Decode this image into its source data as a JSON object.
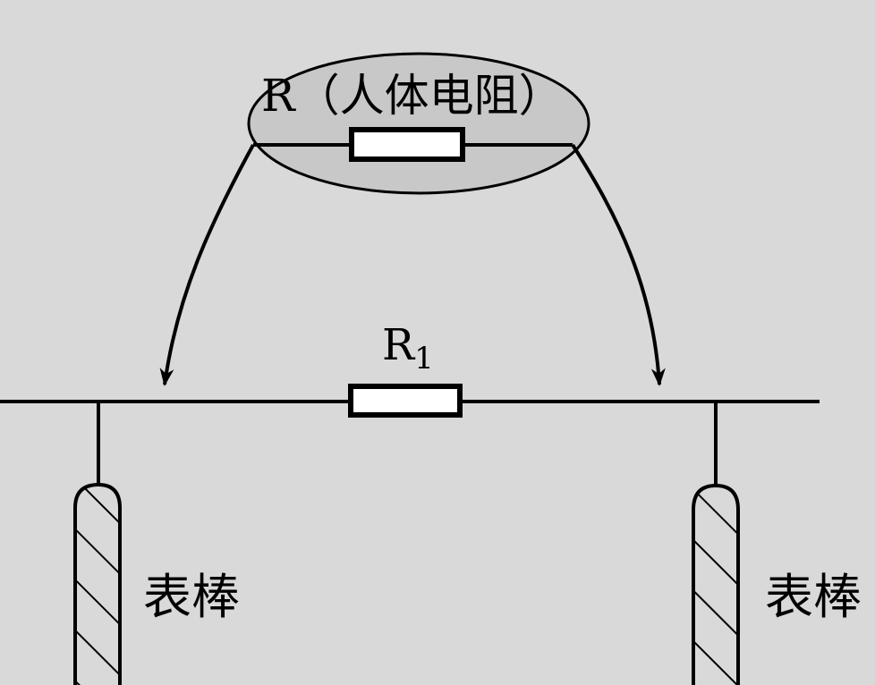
{
  "diagram": {
    "body_resistor_label": "R（人体电阻）",
    "r1_label_main": "R",
    "r1_label_sub": "1",
    "probe_left_label": "表棒",
    "probe_right_label": "表棒",
    "colors": {
      "background": "#d9d9d9",
      "ellipse_fill": "#c8c8c8",
      "stroke": "#000000",
      "resistor_fill": "#ffffff"
    }
  }
}
